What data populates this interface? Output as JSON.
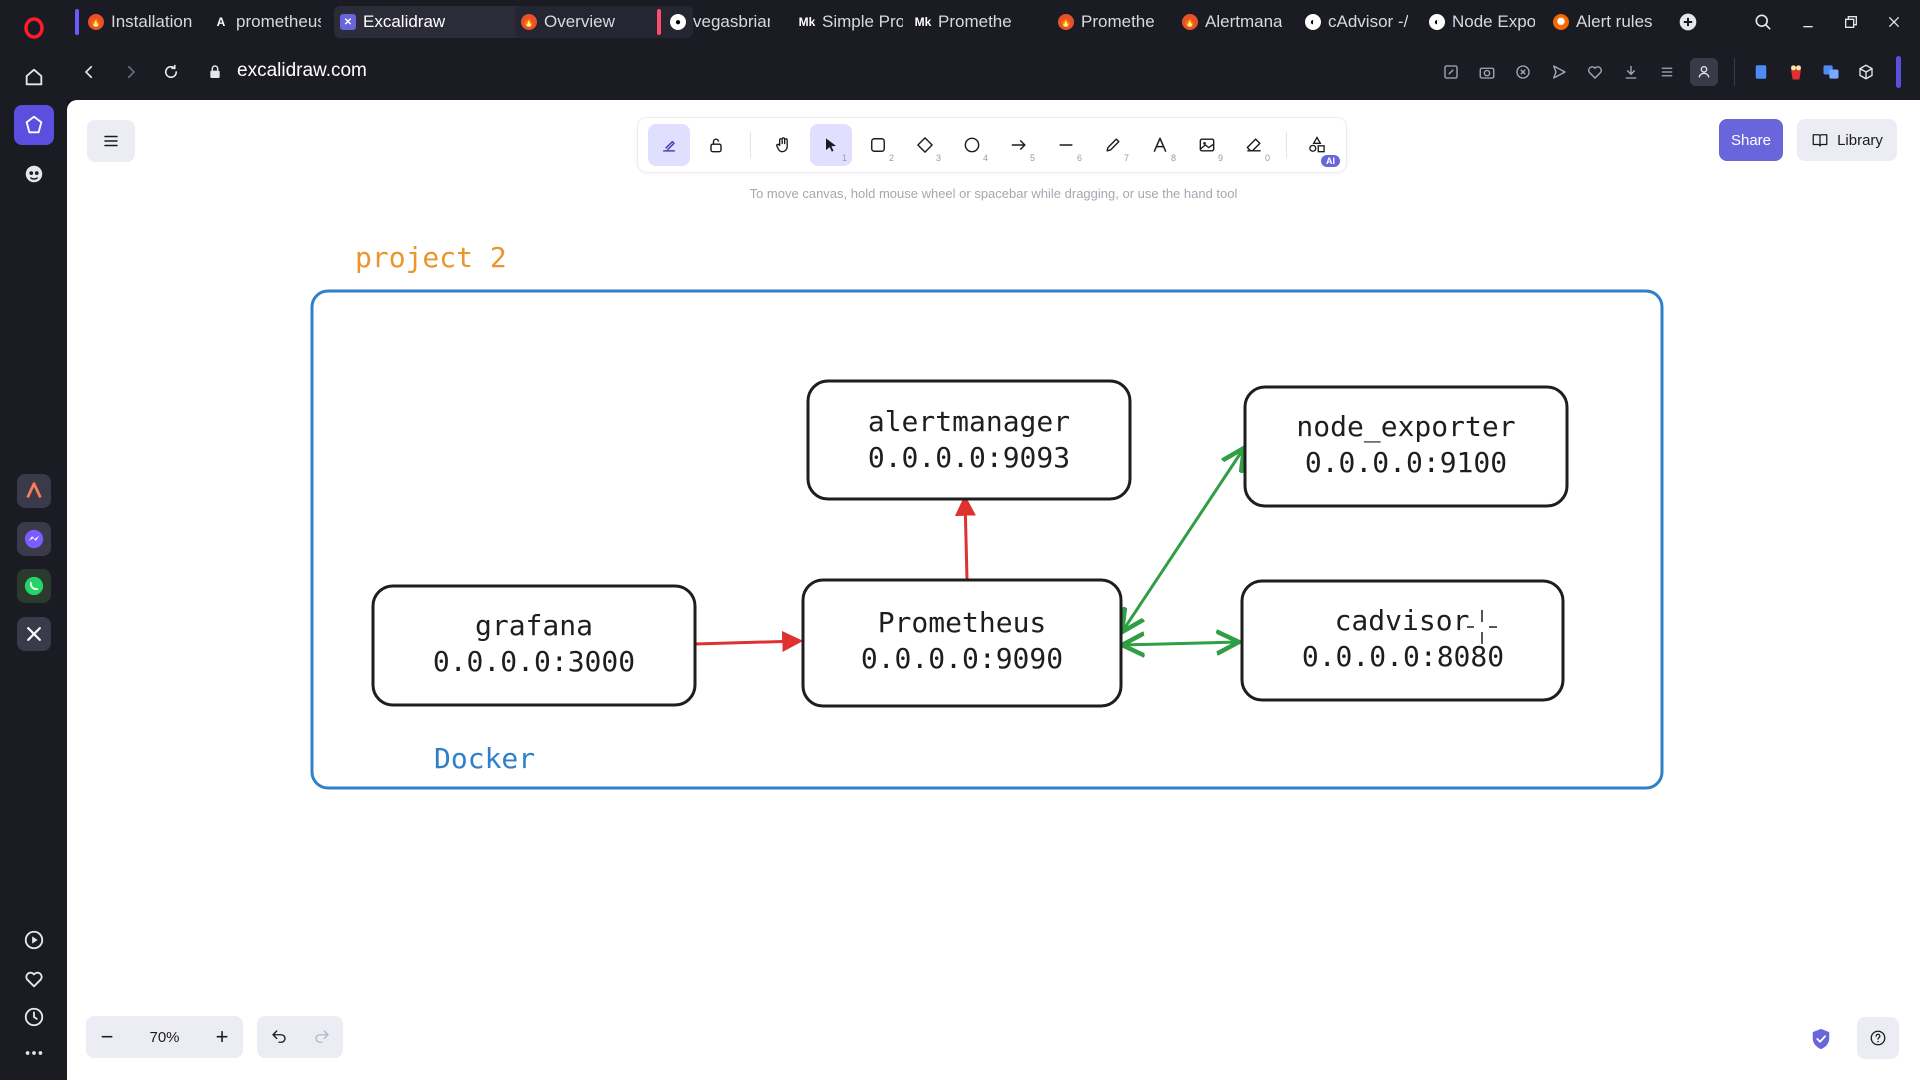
{
  "browser": {
    "tabs": [
      {
        "title": "Installation",
        "favicon": "prometheus-icon"
      },
      {
        "title": "prometheus",
        "favicon": "a-letter-icon"
      },
      {
        "title": "Excalidraw",
        "favicon": "excalidraw-icon",
        "active": true
      },
      {
        "title": "Overview",
        "favicon": "prometheus-icon"
      },
      {
        "title": "vegasbrian",
        "favicon": "github-icon"
      },
      {
        "title": "Simple Pro",
        "favicon": "medium-icon"
      },
      {
        "title": "Promethe",
        "favicon": "medium-icon"
      },
      {
        "title": "Promethe",
        "favicon": "prometheus-icon"
      },
      {
        "title": "Alertmana",
        "favicon": "prometheus-icon"
      },
      {
        "title": "cAdvisor -/",
        "favicon": "cadvisor-icon"
      },
      {
        "title": "Node Expo",
        "favicon": "node-exporter-icon"
      },
      {
        "title": "Alert rules",
        "favicon": "grafana-icon"
      }
    ],
    "url": "excalidraw.com",
    "accent": "#5b4fe0"
  },
  "excalidraw": {
    "hint": "To move canvas, hold mouse wheel or spacebar while dragging, or use the hand tool",
    "share_label": "Share",
    "library_label": "Library",
    "zoom_level": "70%",
    "zoom_out_label": "−",
    "zoom_in_label": "+",
    "tool_keys": [
      "1",
      "2",
      "3",
      "4",
      "5",
      "6",
      "7",
      "8",
      "9",
      "0"
    ],
    "ai_badge": "AI",
    "accent": "#6965db"
  },
  "diagram": {
    "title": "project 2",
    "container_label": "Docker",
    "nodes": {
      "alertmanager": {
        "name": "alertmanager",
        "addr": "0.0.0.0:9093"
      },
      "node_exporter": {
        "name": "node_exporter",
        "addr": "0.0.0.0:9100"
      },
      "grafana": {
        "name": "grafana",
        "addr": "0.0.0.0:3000"
      },
      "prometheus": {
        "name": "Prometheus",
        "addr": "0.0.0.0:9090"
      },
      "cadvisor": {
        "name": "cadvisor",
        "addr": "0.0.0.0:8080"
      }
    },
    "colors": {
      "title": "#e8962d",
      "container": "#2f80c9",
      "red_arrow": "#e03131",
      "green_arrow": "#2f9e44"
    }
  }
}
